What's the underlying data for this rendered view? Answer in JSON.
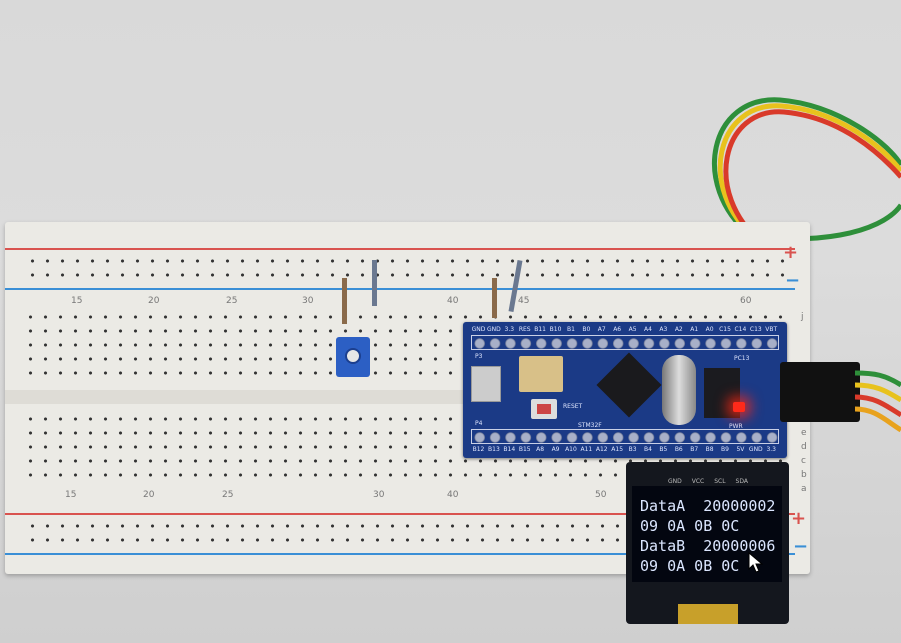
{
  "breadboard": {
    "top_column_numbers": [
      "15",
      "20",
      "25",
      "30",
      "40",
      "45",
      "60"
    ],
    "bottom_column_numbers": [
      "15",
      "20",
      "25",
      "30",
      "40",
      "50"
    ],
    "row_letters_right": [
      "j",
      "e",
      "d",
      "c",
      "b",
      "a"
    ],
    "rail_signs": [
      "+",
      "−",
      "+",
      "−"
    ]
  },
  "mcu_board": {
    "top_pins": [
      "GND",
      "GND",
      "3.3",
      "RES",
      "B11",
      "B10",
      "B1",
      "B0",
      "A7",
      "A6",
      "A5",
      "A4",
      "A3",
      "A2",
      "A1",
      "A0",
      "C15",
      "C14",
      "C13",
      "VBT"
    ],
    "bottom_pins": [
      "B12",
      "B13",
      "B14",
      "B15",
      "A8",
      "A9",
      "A10",
      "A11",
      "A12",
      "A15",
      "B3",
      "B4",
      "B5",
      "B6",
      "B7",
      "B8",
      "B9",
      "5V",
      "GND",
      "3.3"
    ],
    "labels": {
      "p3": "P3",
      "p4": "P4",
      "reset": "RESET",
      "chip": "STM32F",
      "pc13": "PC13",
      "pwr": "PWR"
    }
  },
  "oled": {
    "pins": [
      "GND",
      "VCC",
      "SCL",
      "SDA"
    ],
    "lines": [
      "DataA  20000002",
      "09 0A 0B 0C",
      "DataB  20000006",
      "09 0A 0B 0C"
    ]
  },
  "colors": {
    "board": "#1b3a86",
    "rail_red": "#d9534f",
    "rail_blue": "#3a8fd6",
    "led": "#ff2a1a"
  }
}
